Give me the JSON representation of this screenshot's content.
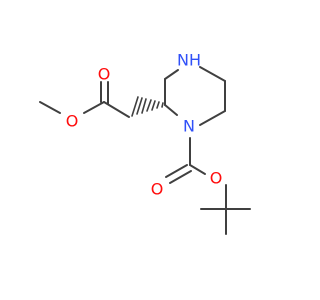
{
  "molecule": {
    "atoms": {
      "nh_label": "NH",
      "n1_label": "N",
      "o_methoxy_label": "O",
      "o_ester_carbonyl_label": "O",
      "o_carbamate_carbonyl_label": "O",
      "o_carbamate_ether_label": "O"
    },
    "colors": {
      "bond": "#404040",
      "oxygen": "#ff0d0d",
      "nitrogen": "#3050f8"
    }
  }
}
